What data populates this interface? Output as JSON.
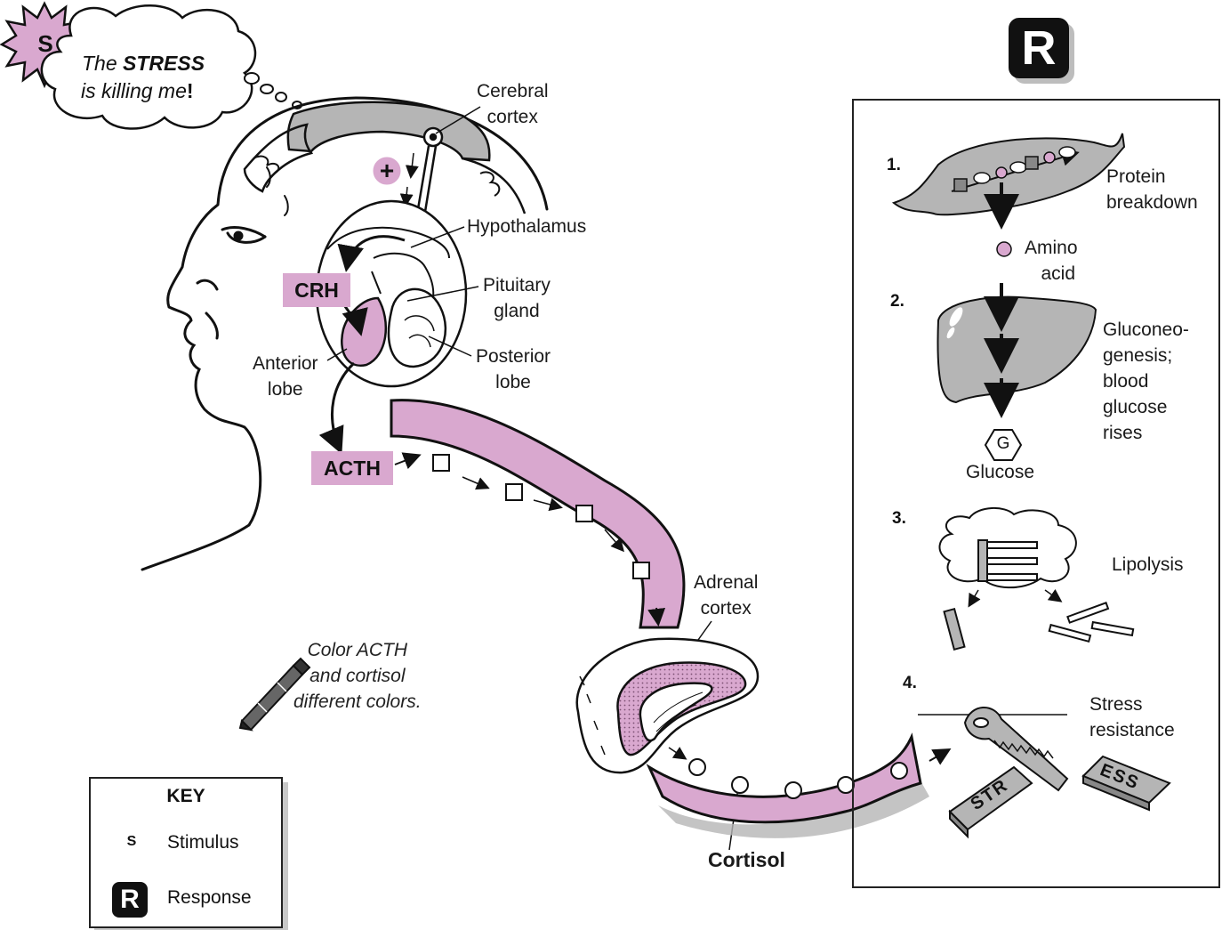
{
  "thought": {
    "line1_pre": "The ",
    "line1_bold": "STRESS",
    "line2_pre": "is killing me",
    "line2_bold": "!"
  },
  "stimulus_badge": "S",
  "response_badge": "R",
  "plus_sign": "+",
  "labels": {
    "cerebral_cortex": [
      "Cerebral",
      "cortex"
    ],
    "hypothalamus": "Hypothalamus",
    "pituitary_gland": [
      "Pituitary",
      "gland"
    ],
    "posterior_lobe": [
      "Posterior",
      "lobe"
    ],
    "anterior_lobe": [
      "Anterior",
      "lobe"
    ],
    "crh": "CRH",
    "acth": "ACTH",
    "adrenal_cortex": [
      "Adrenal",
      "cortex"
    ],
    "cortisol": "Cortisol"
  },
  "instruction": [
    "Color ACTH",
    "and cortisol",
    "different colors."
  ],
  "response_steps": [
    {
      "number": "1.",
      "label": [
        "Protein",
        "breakdown"
      ]
    },
    {
      "number": "2.",
      "label": [
        "Gluconeo-",
        "genesis;",
        "blood",
        "glucose",
        "rises"
      ]
    },
    {
      "number": "3.",
      "label": [
        "Lipolysis"
      ]
    },
    {
      "number": "4.",
      "label": [
        "Stress",
        "resistance"
      ]
    }
  ],
  "amino_acid": [
    "Amino",
    "acid"
  ],
  "glucose": {
    "symbol": "G",
    "label": "Glucose"
  },
  "saw_blocks": [
    "STR",
    "ESS"
  ],
  "key": {
    "title": "KEY",
    "items": [
      {
        "symbol": "S",
        "label": "Stimulus"
      },
      {
        "symbol": "R",
        "label": "Response"
      }
    ]
  },
  "colors": {
    "pink": "#d9a8cf",
    "pink_dark": "#b880ad",
    "gray": "#b5b5b5",
    "ink": "#1a1a1a"
  }
}
